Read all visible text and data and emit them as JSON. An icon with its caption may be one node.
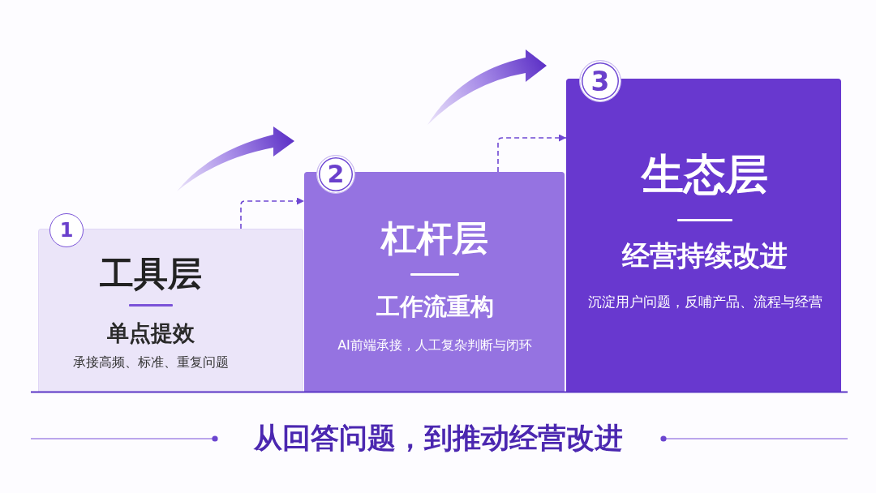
{
  "diagram": {
    "caption": "从回答问题，到推动经营改进",
    "nodes": [
      {
        "text": [
          "1"
        ]
      },
      {
        "text": [
          "工具层",
          "单点提效",
          "承接高频、标准、重复问题"
        ]
      },
      {
        "text": [
          "2"
        ]
      },
      {
        "text": [
          "杠杆层",
          "工作流重构",
          "AI前端承接，人工复杂判断与闭环"
        ]
      },
      {
        "text": [
          "3"
        ]
      },
      {
        "text": [
          "生态层",
          "经营持续改进",
          "沉淀用户问题，反哺产品、流程与经营"
        ]
      }
    ],
    "edges": [
      {
        "from": 1,
        "to": 3,
        "arrow": "to",
        "style": "dashed"
      },
      {
        "from": 3,
        "to": 5,
        "arrow": "to",
        "style": "dashed"
      }
    ]
  }
}
